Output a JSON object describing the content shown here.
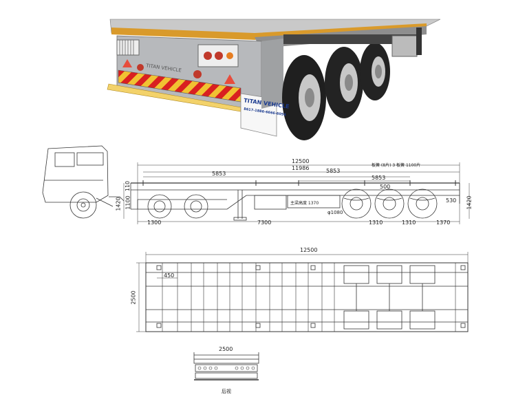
{
  "photo": {
    "brand_panel": "TITAN VEHICLE",
    "brand_panel_sub": "8617-1886-6666-6054",
    "rear_plate": "TITAN VEHICLE",
    "colors": {
      "deck_edge": "#d99a2b",
      "chassis": "#a9abad",
      "tire": "#1f1f1f",
      "warning_red": "#d92020",
      "warning_yellow": "#f1c232"
    }
  },
  "side_view": {
    "overall_length": "12500",
    "deck_length": "11986",
    "landing_gear_span": "5853",
    "axle_span": "5853",
    "kingpin_to_axle": "5853",
    "front_overhang": "1300",
    "kingpin_to_gear": "7300",
    "axle_spacing_1": "1310",
    "axle_spacing_2": "1310",
    "rear_overhang": "1370",
    "height_front": "1420",
    "height_rear": "1420",
    "deck_height_front": "110",
    "neck_height": "1100",
    "height_mid": "500",
    "rear_step": "530",
    "tire_note": "φ1080",
    "leaf_note": "板簧 (8片) 3 板簧 1100片",
    "frame_note": "主梁高度 1370"
  },
  "top_view": {
    "overall_length": "12500",
    "width": "2500",
    "crossmember_pitch": "450"
  },
  "rear_view": {
    "width": "2500",
    "caption": "后视"
  }
}
